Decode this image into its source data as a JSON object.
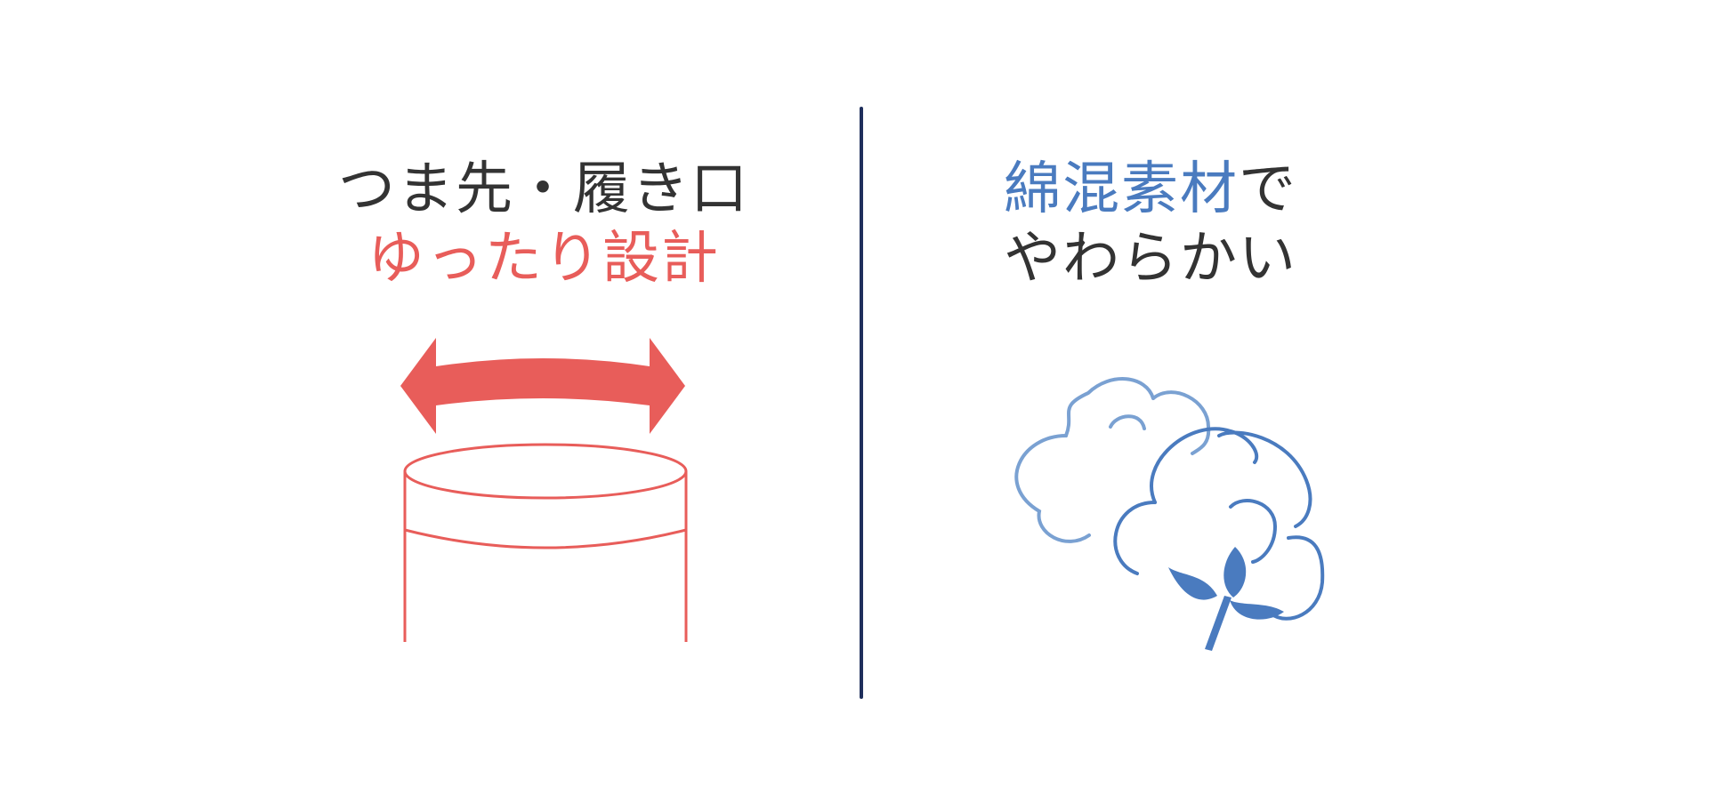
{
  "colors": {
    "text_dark": "#333333",
    "accent_red": "#e85d5a",
    "accent_blue": "#4a7bbf",
    "accent_blue_light": "#7aa1d2",
    "divider": "#1f2f5c",
    "background": "#ffffff"
  },
  "left": {
    "line1": "つま先・履き口",
    "line2": "ゆったり設計",
    "illustration": "double-arrow-icon"
  },
  "right": {
    "line1_highlight": "綿混素材",
    "line1_rest": "で",
    "line2": "やわらかい",
    "illustration": "cotton-icon"
  }
}
